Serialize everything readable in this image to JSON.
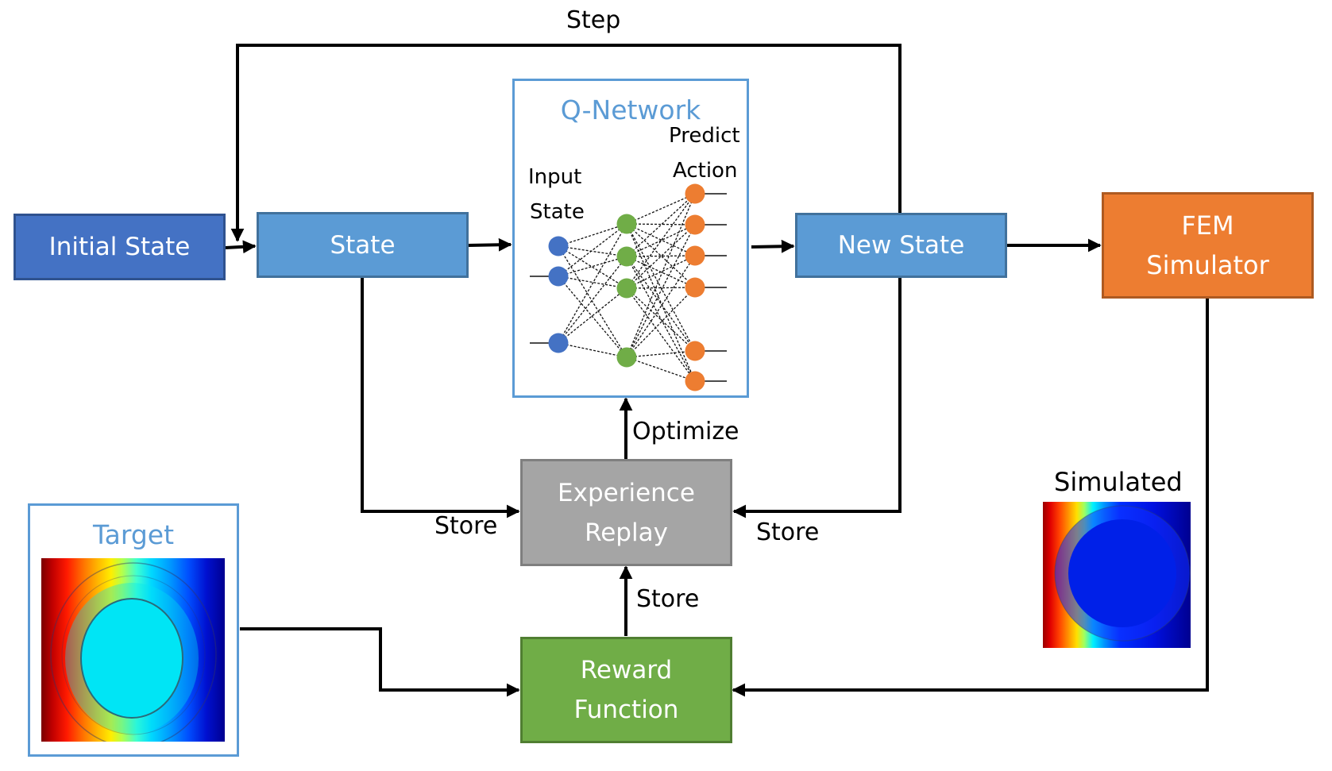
{
  "diagram": {
    "title": "Deep Q-Learning loop with FEM simulator",
    "nodes": {
      "initial_state": {
        "label": "Initial State",
        "fill": "#4472C4",
        "border": "#2F528F"
      },
      "state": {
        "label": "State",
        "fill": "#5B9BD5",
        "border": "#41719C"
      },
      "q_network": {
        "title": "Q-Network",
        "title_color": "#5B9BD5",
        "border": "#5B9BD5",
        "input_label_1": "Input",
        "input_label_2": "State",
        "output_label_1": "Predict",
        "output_label_2": "Action",
        "layers": [
          {
            "name": "input",
            "neurons": 3,
            "color": "#4472C4"
          },
          {
            "name": "hidden",
            "neurons": 4,
            "color": "#70AD47"
          },
          {
            "name": "output",
            "neurons": 6,
            "color": "#ED7D31"
          }
        ]
      },
      "new_state": {
        "label": "New State",
        "fill": "#5B9BD5",
        "border": "#41719C"
      },
      "fem_simulator": {
        "line1": "FEM",
        "line2": "Simulator",
        "fill": "#ED7D31",
        "border": "#AE5A21"
      },
      "experience_replay": {
        "line1": "Experience",
        "line2": "Replay",
        "fill": "#A5A5A5",
        "border": "#7F7F7F"
      },
      "reward_function": {
        "line1": "Reward",
        "line2": "Function",
        "fill": "#70AD47",
        "border": "#507E32"
      },
      "target": {
        "label": "Target",
        "label_color": "#5B9BD5",
        "border": "#5B9BD5"
      },
      "simulated": {
        "label": "Simulated"
      }
    },
    "edges": [
      {
        "from": "initial_state",
        "to": "state",
        "label": ""
      },
      {
        "from": "state",
        "to": "q_network",
        "label": ""
      },
      {
        "from": "q_network",
        "to": "new_state",
        "label": ""
      },
      {
        "from": "new_state",
        "to": "fem_simulator",
        "label": ""
      },
      {
        "from": "new_state",
        "to": "state",
        "label": "Step"
      },
      {
        "from": "state",
        "to": "experience_replay",
        "label": "Store"
      },
      {
        "from": "new_state",
        "to": "experience_replay",
        "label": "Store"
      },
      {
        "from": "reward_function",
        "to": "experience_replay",
        "label": "Store"
      },
      {
        "from": "experience_replay",
        "to": "q_network",
        "label": "Optimize"
      },
      {
        "from": "target",
        "to": "reward_function",
        "label": ""
      },
      {
        "from": "fem_simulator",
        "to": "reward_function",
        "label": ""
      }
    ],
    "edge_labels": {
      "step": "Step",
      "store_left": "Store",
      "store_right": "Store",
      "store_bottom": "Store",
      "optimize": "Optimize"
    }
  }
}
